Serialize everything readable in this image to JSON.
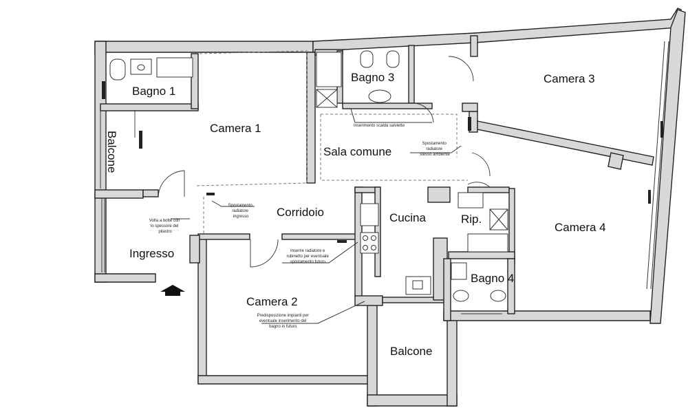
{
  "rooms": {
    "bagno1": "Bagno 1",
    "camera1": "Camera 1",
    "balcone_left": "Balcone",
    "bagno3": "Bagno 3",
    "camera3": "Camera 3",
    "sala_comune": "Sala comune",
    "corridoio": "Corridoio",
    "cucina": "Cucina",
    "rip": "Rip.",
    "camera4": "Camera 4",
    "ingresso": "Ingresso",
    "camera2": "Camera 2",
    "bagno4": "Bagno 4",
    "balcone_bottom": "Balcone"
  },
  "notes": {
    "volta": [
      "Volta a botte con",
      "lo spessore del",
      "pilastro"
    ],
    "spostamento_ingresso": [
      "Spostamento",
      "radiatore",
      "ingresso"
    ],
    "inserimento_scalda": [
      "Inserimento scalda salviette"
    ],
    "spostamento_ambiente": [
      "Spostamento",
      "radiatore",
      "stesso ambiente"
    ],
    "inserire_radiatore": [
      "Inserire radiatore e",
      "rubinetto per eventuale",
      "spostamento futuro."
    ],
    "predisposizione": [
      "Predisposizione impianti per",
      "eventuale inserimento del",
      "bagno in futuro."
    ]
  }
}
